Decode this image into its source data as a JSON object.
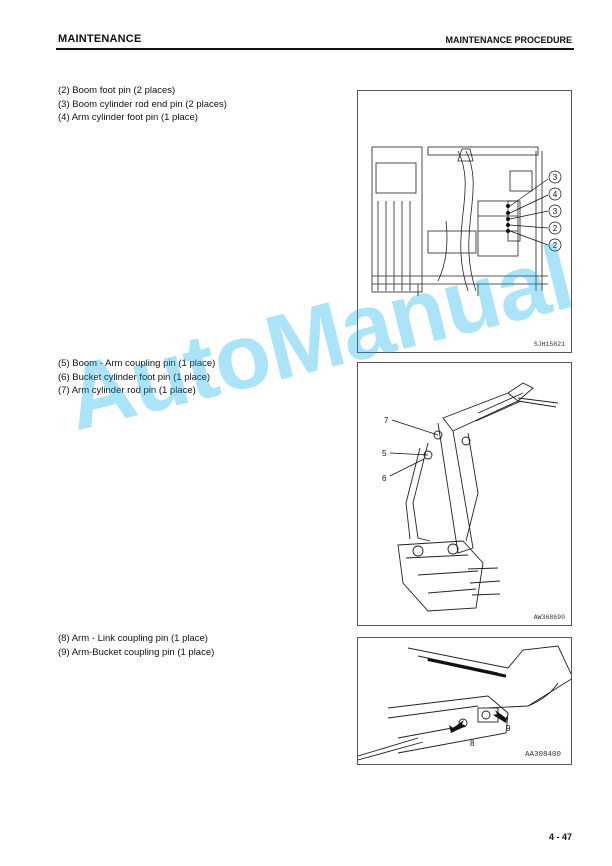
{
  "header": {
    "section": "MAINTENANCE",
    "subsection": "MAINTENANCE PROCEDURE"
  },
  "groups": [
    {
      "items": [
        "(2) Boom foot pin (2 places)",
        "(3) Boom cylinder rod end pin (2 places)",
        "(4) Arm cylinder foot pin (1 place)"
      ],
      "figure_code": "SJH15821",
      "callouts": [
        "3",
        "4",
        "3",
        "2",
        "2"
      ]
    },
    {
      "items": [
        "(5) Boom - Arm coupling pin (1 place)",
        "(6) Bucket cylinder foot pin (1 place)",
        "(7) Arm cylinder rod pin (1 place)"
      ],
      "figure_code": "AW368690",
      "callouts": [
        "7",
        "5",
        "6"
      ]
    },
    {
      "items": [
        "(8) Arm - Link coupling pin (1 place)",
        "(9) Arm-Bucket coupling pin (1 place)"
      ],
      "figure_code": "AA308400",
      "callouts": [
        "8",
        "9"
      ]
    }
  ],
  "watermark": "AutoManual",
  "page_number": "4 - 47"
}
